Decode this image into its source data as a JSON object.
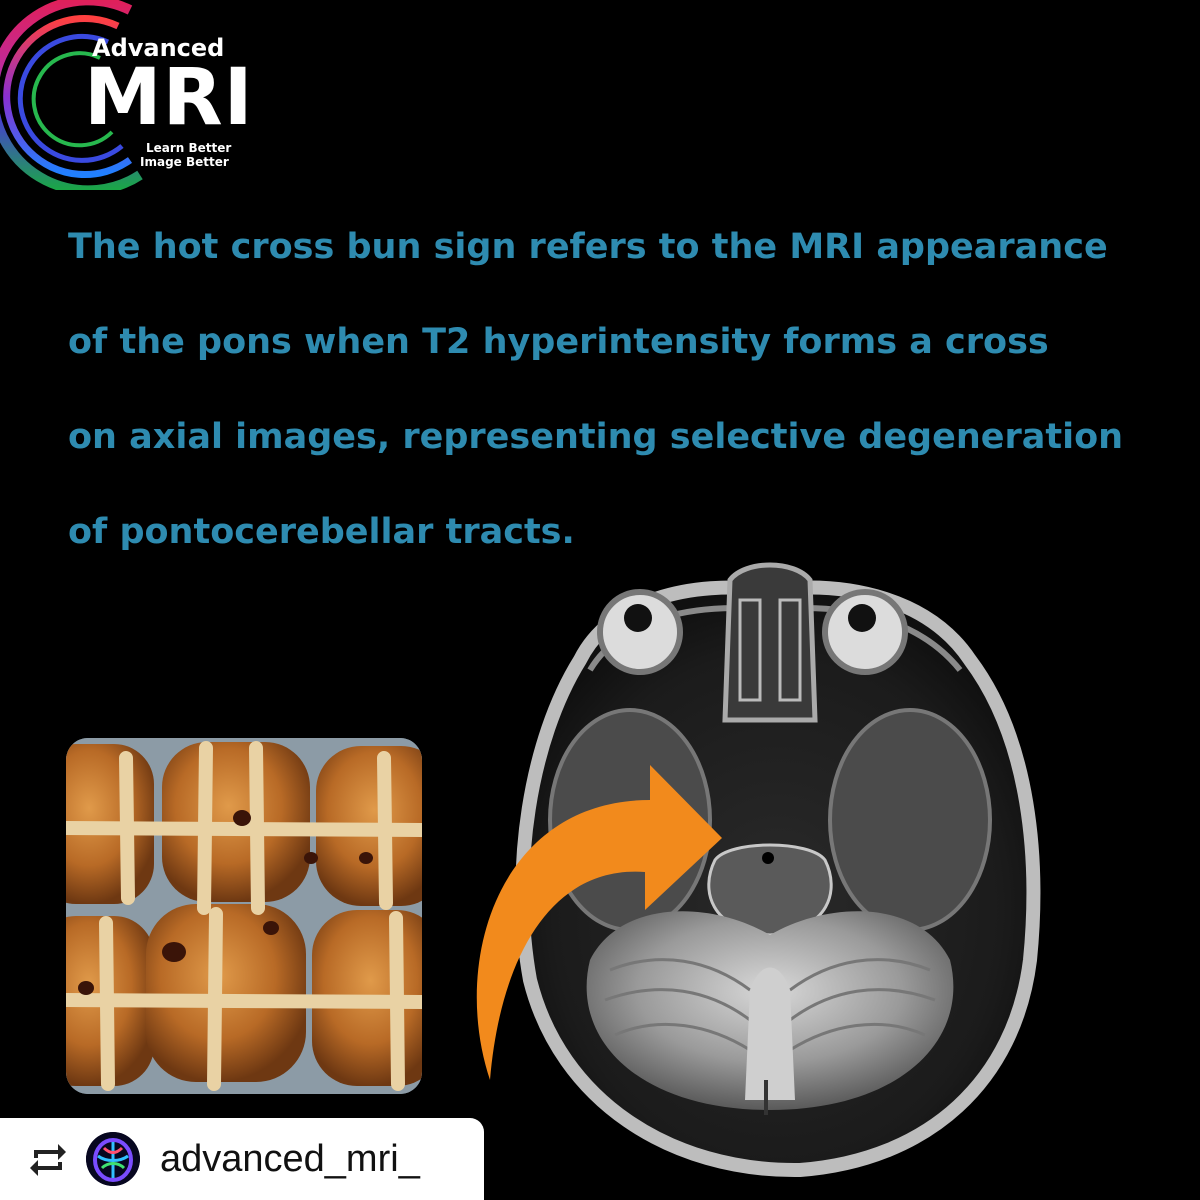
{
  "logo": {
    "line1": "Advanced",
    "line2": "MRI",
    "tagline1": "Learn Better",
    "tagline2": "Image Better"
  },
  "caption": {
    "lines": [
      "The hot cross bun sign refers to the MRI appearance",
      "of the pons when T2 hyperintensity forms a cross",
      "on axial images, representing selective degeneration",
      "of pontocerebellar tracts."
    ]
  },
  "repost": {
    "icon": "repost-icon",
    "username": "advanced_mri_"
  },
  "colors": {
    "caption": "#2e8bb0",
    "arrow": "#f28a1c",
    "background": "#000000"
  }
}
